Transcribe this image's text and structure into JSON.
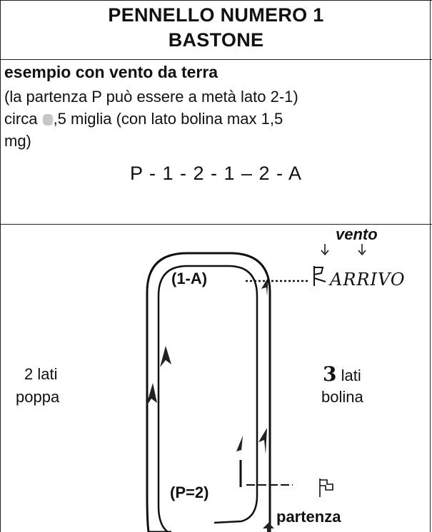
{
  "header": {
    "line1": "PENNELLO NUMERO  1",
    "line2": "BASTONE"
  },
  "description": {
    "heading": "esempio con vento  da terra",
    "note": "(la partenza P può essere a metà lato 2-1)",
    "distance_prefix": "circa ",
    "distance_suffix": ",5 miglia (con lato bolina max 1,5",
    "distance_tail": "mg)",
    "sequence": "P - 1 - 2 - 1 – 2 - A"
  },
  "diagram": {
    "wind_label": "vento",
    "wind_icon": "down-arrow-icon",
    "mark_top": "(1-A)",
    "mark_bottom": "(P=2)",
    "left_label_1": "2 lati",
    "left_label_2": "poppa",
    "right_number": "3",
    "right_label_1": " lati",
    "right_label_2": "bolina",
    "arrivo_text": "ARRIVO",
    "start_label": "partenza",
    "flag_icon": "flag-icon"
  }
}
